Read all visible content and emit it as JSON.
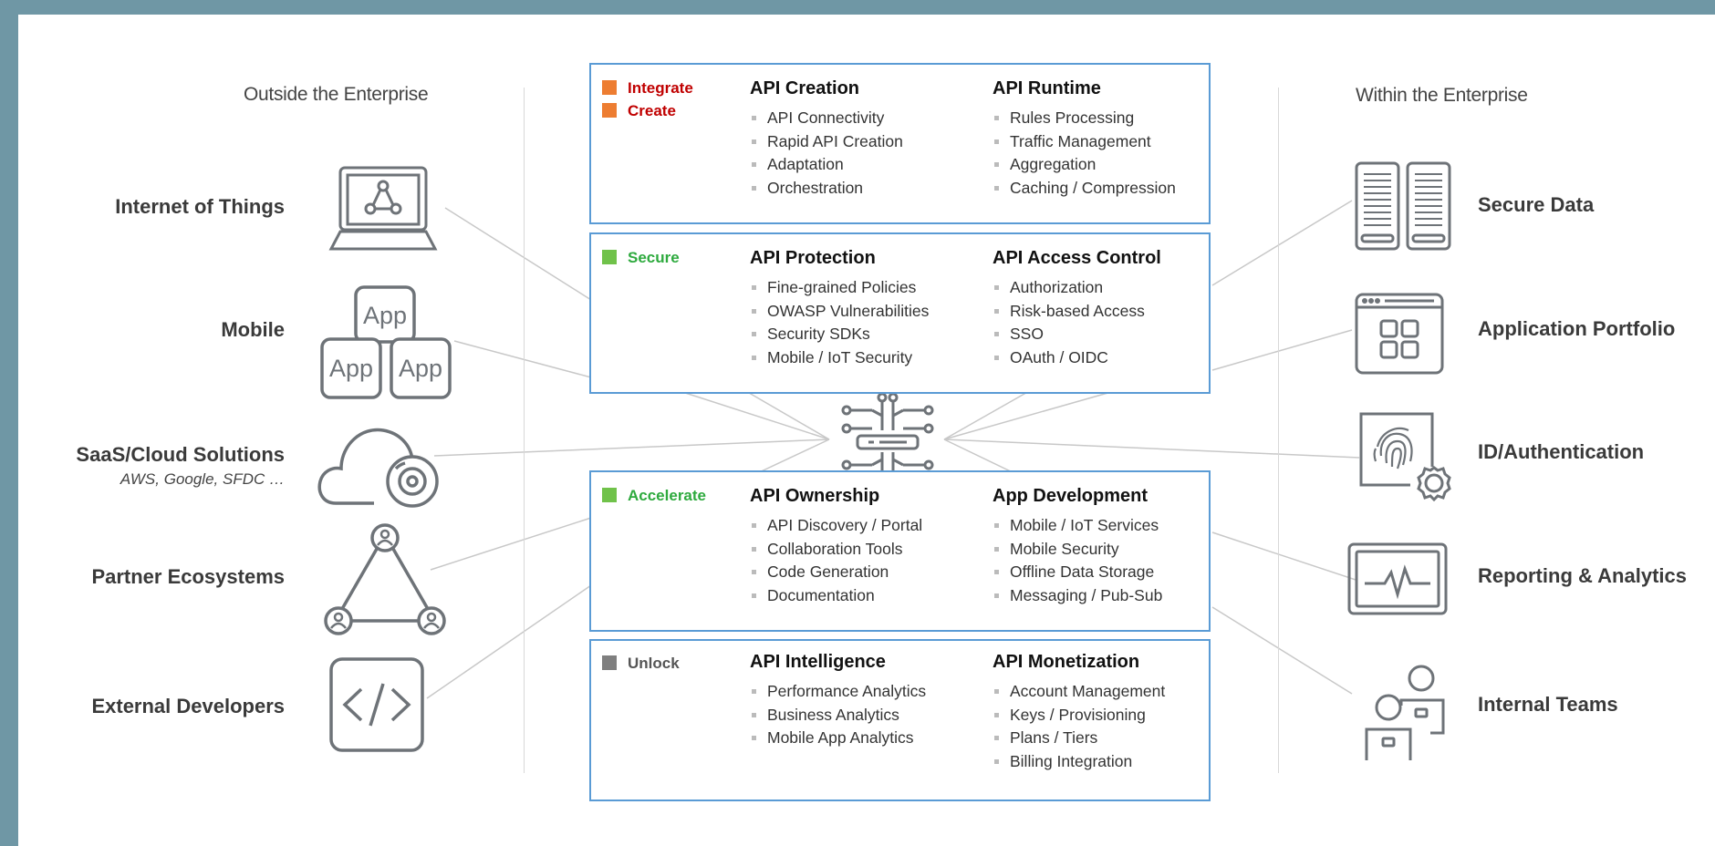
{
  "headers": {
    "outside": "Outside the Enterprise",
    "within": "Within the Enterprise"
  },
  "sources": [
    {
      "label": "Internet of Things",
      "icon": "laptop-network-icon"
    },
    {
      "label": "Mobile",
      "icon": "app-tiles-icon"
    },
    {
      "label": "SaaS/Cloud Solutions",
      "sub": "AWS, Google, SFDC …",
      "icon": "cloud-disc-icon"
    },
    {
      "label": "Partner Ecosystems",
      "icon": "partner-triangle-icon"
    },
    {
      "label": "External Developers",
      "icon": "code-brackets-icon"
    }
  ],
  "app_icon_text": "App",
  "destinations": [
    {
      "label": "Secure Data",
      "icon": "servers-icon"
    },
    {
      "label": "Application Portfolio",
      "icon": "app-grid-icon"
    },
    {
      "label": "ID/Authentication",
      "icon": "fingerprint-gear-icon"
    },
    {
      "label": "Reporting & Analytics",
      "icon": "monitor-pulse-icon"
    },
    {
      "label": "Internal Teams",
      "icon": "team-people-icon"
    }
  ],
  "colors": {
    "frame": "#6f97a5",
    "box_border": "#5a9bd5",
    "orange": "#ed7d31",
    "red": "#c00000",
    "green": "#70c24a",
    "green_text": "#2eaa3e",
    "gray": "#7f7f7f"
  },
  "boxes": [
    {
      "tags": [
        {
          "label": "Integrate",
          "square": "#ed7d31",
          "text_color": "#c00000"
        },
        {
          "label": "Create",
          "square": "#ed7d31",
          "text_color": "#c00000"
        }
      ],
      "columns": [
        {
          "title": "API Creation",
          "items": [
            "API Connectivity",
            "Rapid API Creation",
            "Adaptation",
            "Orchestration"
          ]
        },
        {
          "title": "API Runtime",
          "items": [
            "Rules Processing",
            "Traffic Management",
            "Aggregation",
            "Caching / Compression"
          ]
        }
      ]
    },
    {
      "tags": [
        {
          "label": "Secure",
          "square": "#70c24a",
          "text_color": "#2eaa3e"
        }
      ],
      "columns": [
        {
          "title": "API Protection",
          "items": [
            "Fine-grained Policies",
            "OWASP Vulnerabilities",
            "Security SDKs",
            "Mobile  / IoT Security"
          ]
        },
        {
          "title": "API Access Control",
          "items": [
            "Authorization",
            "Risk-based Access",
            "SSO",
            "OAuth / OIDC"
          ]
        }
      ]
    },
    {
      "tags": [
        {
          "label": "Accelerate",
          "square": "#70c24a",
          "text_color": "#2eaa3e"
        }
      ],
      "columns": [
        {
          "title": "API Ownership",
          "items": [
            "API Discovery / Portal",
            "Collaboration Tools",
            "Code Generation",
            "Documentation"
          ]
        },
        {
          "title": "App Development",
          "items": [
            "Mobile / IoT Services",
            "Mobile Security",
            "Offline Data Storage",
            "Messaging / Pub-Sub"
          ]
        }
      ]
    },
    {
      "tags": [
        {
          "label": "Unlock",
          "square": "#7f7f7f",
          "text_color": "#555555"
        }
      ],
      "columns": [
        {
          "title": "API Intelligence",
          "items": [
            "Performance Analytics",
            "Business Analytics",
            "Mobile App Analytics"
          ]
        },
        {
          "title": "API Monetization",
          "items": [
            "Account Management",
            "Keys / Provisioning",
            "Plans / Tiers",
            "Billing Integration"
          ]
        }
      ]
    }
  ]
}
